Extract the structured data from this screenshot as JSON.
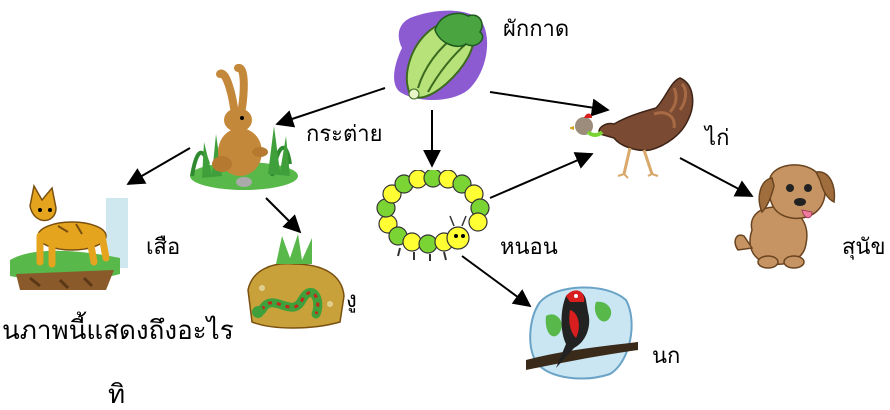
{
  "labels": {
    "cabbage": "ผักกาด",
    "rabbit": "กระต่าย",
    "tiger": "เสือ",
    "snake": "งู",
    "caterpillar": "หนอน",
    "bird": "นก",
    "chicken": "ไก่",
    "dog": "สุนัข"
  },
  "question": "นภาพนี้แสดงถึงอะไร",
  "question_cut": "ทิ",
  "colors": {
    "arrow": "#000000",
    "plant_green": "#9bd35f",
    "leaf_dark": "#3f9f3a",
    "purple_bg": "#8d5bd1",
    "rabbit_brown": "#c4883a",
    "tiger_yellow": "#e4a41e",
    "chicken_brown": "#7a4a33",
    "dog_tan": "#c69463",
    "bird_red": "#d81e1e",
    "bird_sky": "#c9e6f2",
    "worm_yellow": "#ffff33",
    "worm_green": "#7ad534"
  },
  "icons": [
    "cabbage-icon",
    "rabbit-icon",
    "tiger-icon",
    "snake-icon",
    "caterpillar-icon",
    "bird-icon",
    "chicken-icon",
    "dog-icon"
  ]
}
